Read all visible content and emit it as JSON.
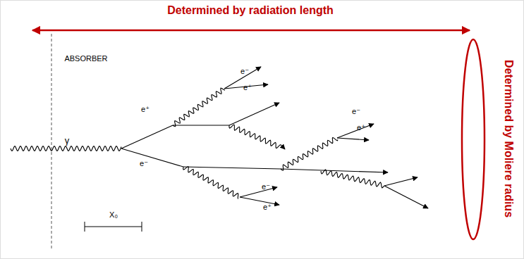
{
  "diagram": {
    "labels": [
      "Determined by radiation length",
      "Determined by Moliere radius",
      "ABSORBER",
      "γ",
      "e⁻",
      "e⁺",
      "e⁺",
      "e⁻",
      "e⁻",
      "e⁺",
      "e⁻",
      "e⁺",
      "X₀"
    ]
  }
}
